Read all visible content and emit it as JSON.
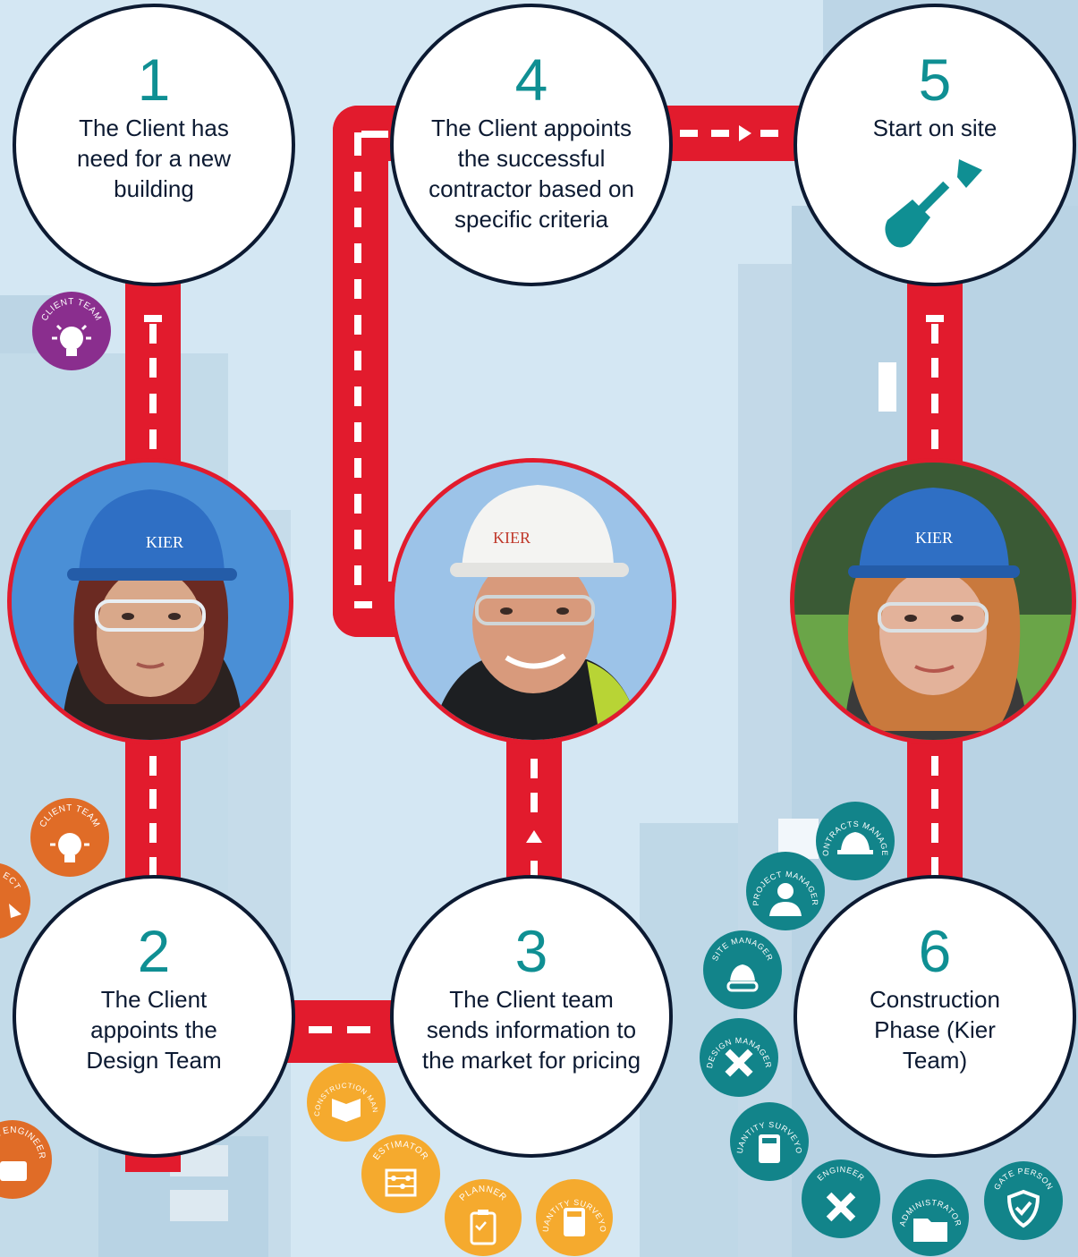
{
  "colors": {
    "road": "#e21b2d",
    "sky": "#d4e7f3",
    "building": "#b8d3e4",
    "step_border": "#0c1a32",
    "step_number": "#0f8f93",
    "client_purple": "#8a2e8e",
    "client_orange": "#e06c27",
    "precon_yellow": "#f5aa2e",
    "kier_teal": "#12848a"
  },
  "steps": [
    {
      "number": "1",
      "text": "The Client has need for a new building"
    },
    {
      "number": "2",
      "text": "The Client appoints the Design Team"
    },
    {
      "number": "3",
      "text": "The Client team sends information to the market for pricing"
    },
    {
      "number": "4",
      "text": "The Client appoints the successful contractor based on specific criteria"
    },
    {
      "number": "5",
      "text": "Start on site"
    },
    {
      "number": "6",
      "text": "Construction Phase (Kier Team)"
    }
  ],
  "helmet_brand": "KIER",
  "badges": {
    "client_team_purple": "CLIENT TEAM",
    "client_team_orange": "CLIENT TEAM",
    "architect_partial": "ECT",
    "engineer_partial": "RA ENGINEER",
    "preconstruction_manager": "PRE-CONSTRUCTION MANAGER",
    "estimator": "ESTIMATOR",
    "planner": "PLANNER",
    "quantity_surveyor_precon": "QUANTITY SURVEYOR",
    "contracts_manager": "CONTRACTS MANAGER",
    "project_manager": "PROJECT MANAGER",
    "site_manager": "SITE MANAGER",
    "design_manager": "DESIGN MANAGER",
    "quantity_surveyor_kier": "QUANTITY SURVEYOR",
    "engineer": "ENGINEER",
    "administrator": "ADMINISTRATOR",
    "gate_person": "GATE PERSON"
  }
}
